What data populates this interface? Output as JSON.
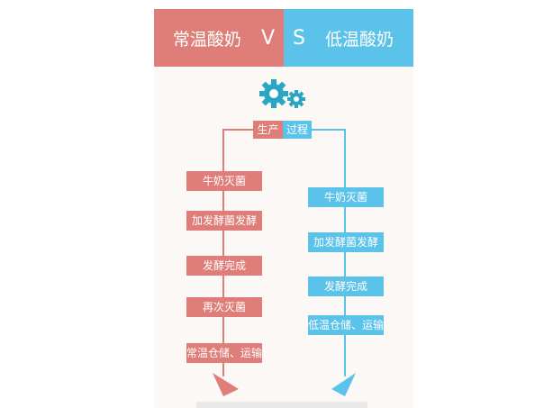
{
  "header": {
    "left_title": "常温酸奶",
    "vs_v": "V",
    "vs_s": "S",
    "right_title": "低温酸奶"
  },
  "process_label": {
    "left": "生产",
    "right": "过程"
  },
  "left_steps": [
    "牛奶灭菌",
    "加发酵菌发酵",
    "发酵完成",
    "再次灭菌",
    "常温仓储、运输"
  ],
  "right_steps": [
    "牛奶灭菌",
    "加发酵菌发酵",
    "发酵完成",
    "低温仓储、运输"
  ],
  "colors": {
    "red": "#df7e79",
    "blue": "#5bc2ea",
    "gear": "#2aa5c4"
  },
  "icons": [
    "gear-icon",
    "small-gear-icon"
  ]
}
